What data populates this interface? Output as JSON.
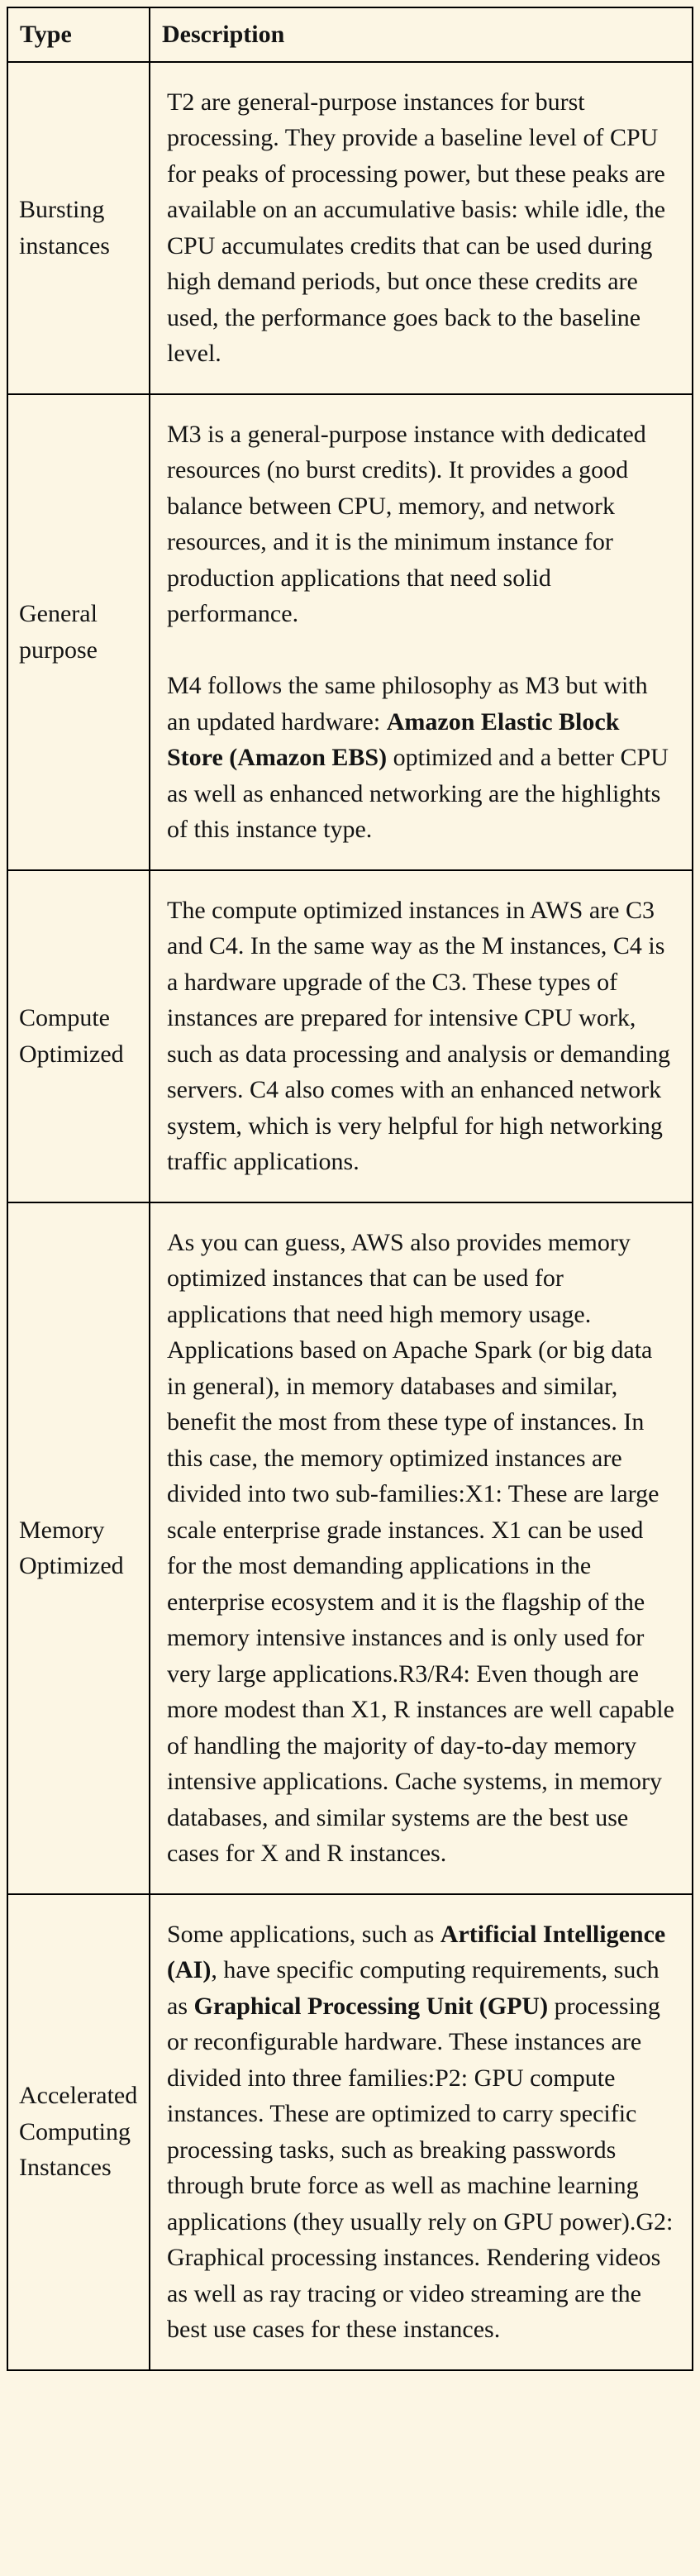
{
  "page": {
    "colors": {
      "background": "#fcf6e4",
      "border": "#000000",
      "text": "#141414"
    }
  },
  "table": {
    "headers": [
      {
        "label": "Type"
      },
      {
        "label": "Description"
      }
    ],
    "rows": [
      {
        "type": "Bursting instances",
        "description": [
          [
            {
              "t": "T2 are general-purpose instances for burst processing. They provide a baseline level of CPU for peaks of processing power, but these peaks are available on an accumulative basis: while idle, the CPU accumulates credits that can be used during high demand periods, but once these credits are used, the performance goes back to the baseline level."
            }
          ]
        ]
      },
      {
        "type": "General purpose",
        "description": [
          [
            {
              "t": "M3 is a general-purpose instance with dedicated resources (no burst credits). It provides a good balance between CPU, memory, and network resources, and it is the minimum instance for production applications that need solid performance."
            }
          ],
          [
            {
              "t": "M4 follows the same philosophy as M3 but with an updated hardware: "
            },
            {
              "t": "Amazon Elastic Block Store (Amazon EBS)",
              "b": true
            },
            {
              "t": " optimized and a better CPU as well as enhanced networking are the highlights of this instance type."
            }
          ]
        ]
      },
      {
        "type": "Compute Optimized",
        "description": [
          [
            {
              "t": "The compute optimized instances in AWS are C3 and C4. In the same way as the M instances, C4 is a hardware upgrade of the C3. These types of instances are prepared for intensive CPU work, such as data processing and analysis or demanding servers. C4 also comes with an enhanced network system, which is very helpful for high networking traffic applications."
            }
          ]
        ]
      },
      {
        "type": "Memory Optimized",
        "description": [
          [
            {
              "t": "As you can guess, AWS also provides memory optimized instances that can be used for applications that need high memory usage. Applications based on Apache Spark (or big data in general), in memory databases and similar, benefit the most from these type of instances. In this case, the memory optimized instances are divided into two sub-families:X1: These are large scale enterprise grade instances. X1 can be used for the most demanding applications in the enterprise ecosystem and it is the flagship of the memory intensive instances and is only used for very large applications.R3/R4: Even though are more modest than X1, R instances are well capable of handling the majority of day-to-day memory intensive applications. Cache systems, in memory databases, and similar systems are the best use cases for X and R instances."
            }
          ]
        ]
      },
      {
        "type": "Accelerated Computing Instances",
        "description": [
          [
            {
              "t": "Some applications, such as "
            },
            {
              "t": "Artificial Intelligence (AI)",
              "b": true
            },
            {
              "t": ", have specific computing requirements, such as "
            },
            {
              "t": "Graphical Processing Unit (GPU)",
              "b": true
            },
            {
              "t": " processing or reconfigurable hardware. These instances are divided into three families:P2: GPU compute instances. These are optimized to carry specific processing tasks, such as breaking passwords through brute force as well as machine learning applications (they usually rely on GPU power).G2: Graphical processing instances. Rendering videos as well as ray tracing or video streaming are the best use cases for these instances."
            }
          ]
        ]
      }
    ]
  }
}
